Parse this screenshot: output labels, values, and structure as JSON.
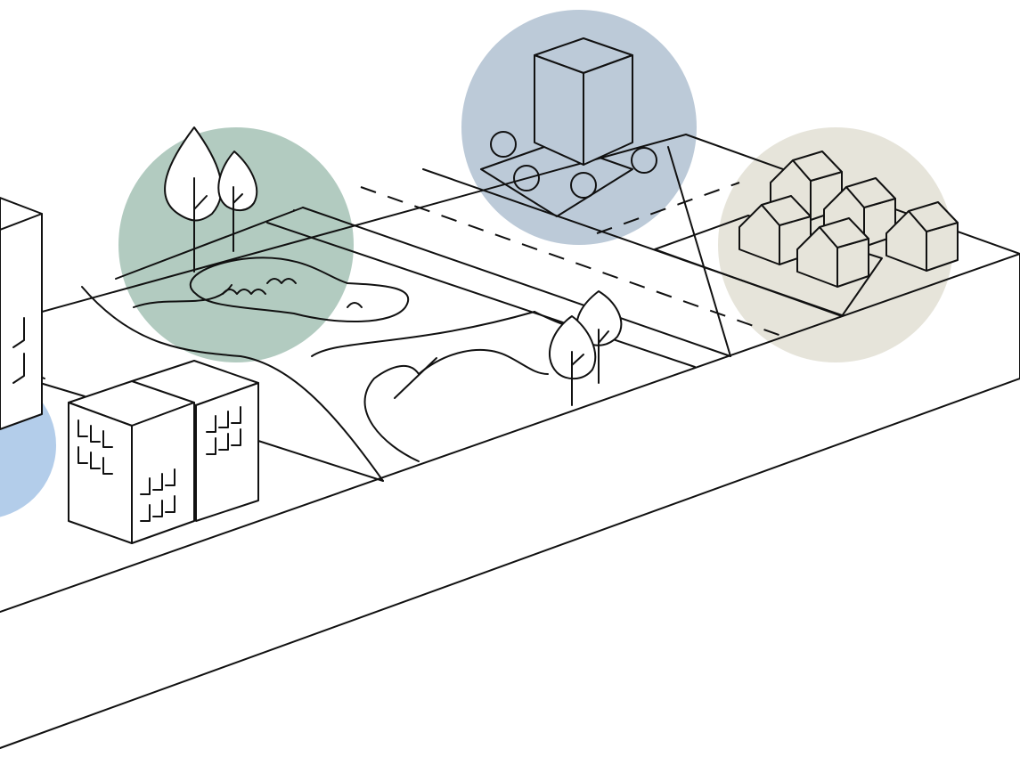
{
  "colors": {
    "background": "#ffffff",
    "outline": "#111111",
    "zone_blue": "#b3cdea",
    "zone_green": "#b2cbc0",
    "zone_slate": "#bccad8",
    "zone_beige": "#e6e4da",
    "tower_fill": "#bccad8",
    "house_fill": "#e6e4da"
  },
  "zones": [
    {
      "id": "residential-towers",
      "color_key": "zone_blue"
    },
    {
      "id": "green-park",
      "color_key": "zone_green"
    },
    {
      "id": "commercial-block",
      "color_key": "zone_slate"
    },
    {
      "id": "housing-cluster",
      "color_key": "zone_beige"
    }
  ],
  "icons": [
    "building-icon",
    "tree-icon",
    "pond-icon",
    "hill-icon",
    "road-icon",
    "tower-icon",
    "house-icon"
  ]
}
